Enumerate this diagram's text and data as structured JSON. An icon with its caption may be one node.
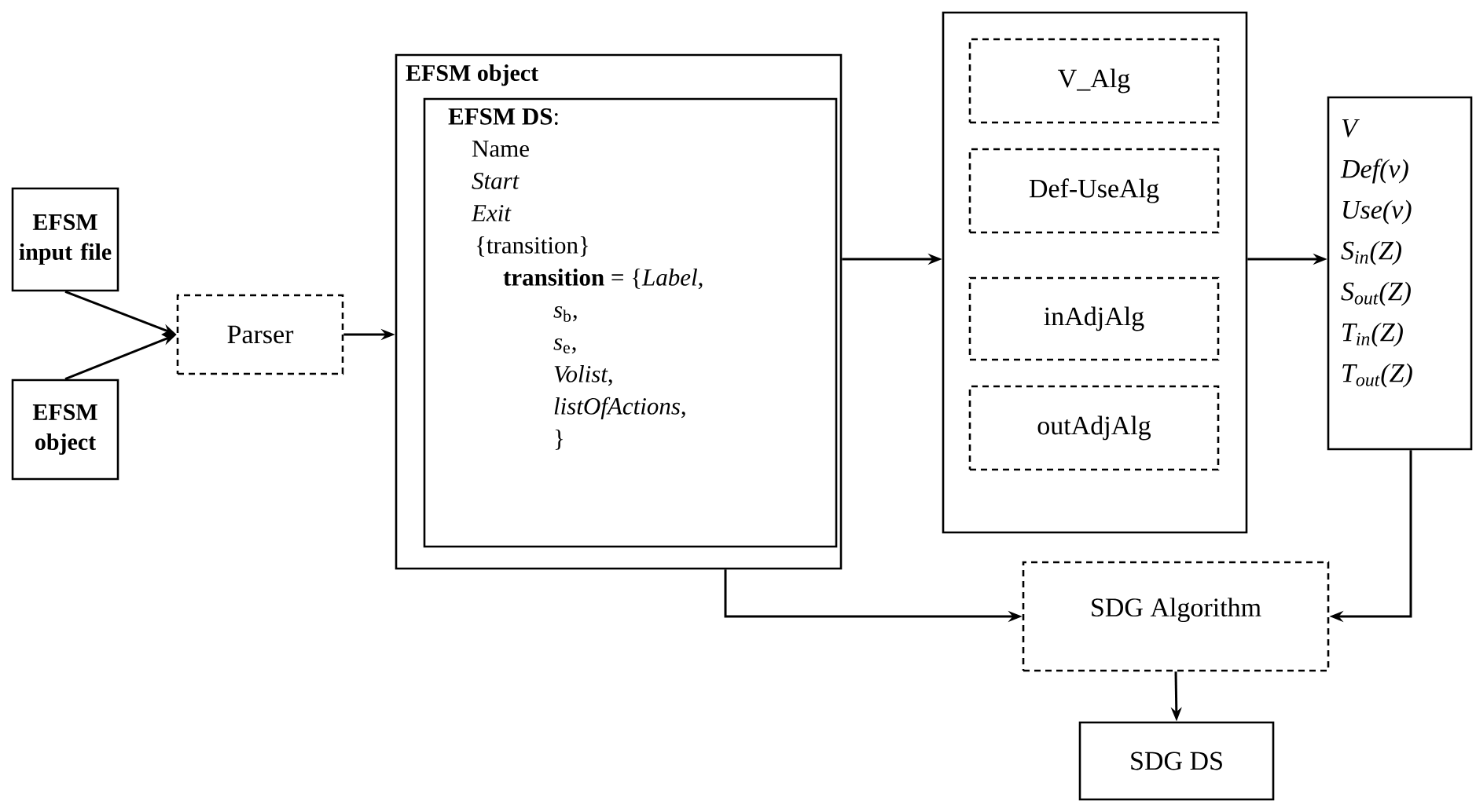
{
  "diagram": {
    "nodes": [
      {
        "text": [
          "EFSM input file"
        ]
      },
      {
        "text": [
          "EFSM object"
        ]
      },
      {
        "text": [
          "Parser"
        ]
      },
      {
        "text": [
          "EFSM object"
        ]
      },
      {
        "text": [
          "**EFSM DS**:",
          "Name",
          "*Start*",
          "*Exit*",
          "{transition}",
          "**transition** = {*Label*,",
          "*s*$_{b}$,",
          "*s*$_{e}$,",
          "*Volist*,",
          "*listOfActions*,",
          "}"
        ],
        "in": 3
      },
      {
        "text": [],
        "shape": "box"
      },
      {
        "text": [
          "V_Alg"
        ],
        "in": 5
      },
      {
        "text": [
          "Def-UseAlg"
        ],
        "in": 5
      },
      {
        "text": [
          "inAdjAlg"
        ],
        "in": 5
      },
      {
        "text": [
          "outAdjAlg"
        ],
        "in": 5
      },
      {
        "text": [
          "V",
          "Def(v)",
          "Use(v)",
          "S$_{in}$(Z)",
          "S$_{out}$(Z)",
          "T$_{in}$(Z)",
          "T$_{out}$(Z)"
        ]
      },
      {
        "text": [
          "SDG Algorithm"
        ]
      },
      {
        "text": [
          "SDG DS"
        ]
      }
    ],
    "edges": [
      {
        "from": 0,
        "to": 2,
        "arrow": "to"
      },
      {
        "from": 1,
        "to": 2,
        "arrow": "to"
      },
      {
        "from": 2,
        "to": 3,
        "arrow": "to"
      },
      {
        "from": 3,
        "to": 5,
        "arrow": "to"
      },
      {
        "from": 5,
        "to": 10,
        "arrow": "to"
      },
      {
        "from": 3,
        "to": 11,
        "arrow": "to"
      },
      {
        "from": 10,
        "to": 11,
        "arrow": "to"
      },
      {
        "from": 11,
        "to": 12,
        "arrow": "to"
      }
    ]
  }
}
